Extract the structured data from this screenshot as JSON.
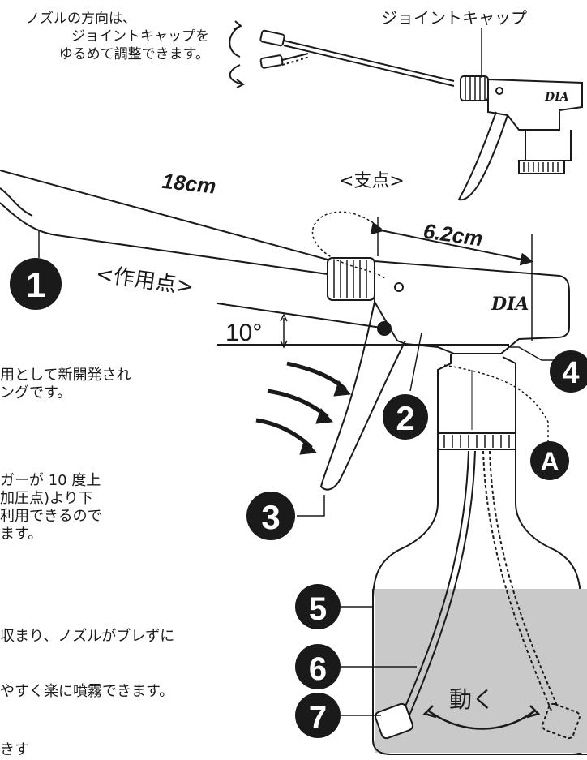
{
  "top_note": {
    "line1": "ノズルの方向は、",
    "line2": "ジョイントキャップを",
    "line3": "ゆるめて調整できます。"
  },
  "joint_cap_label": "ジョイントキャップ",
  "brand_text": "DIA",
  "dimensions": {
    "nozzle_length": "18cm",
    "lever_length": "6.2cm",
    "angle": "10°"
  },
  "points": {
    "fulcrum": "<支点>",
    "action": "<作用点>"
  },
  "callouts": {
    "n1": "1",
    "n2": "2",
    "n3": "3",
    "n4": "4",
    "n5": "5",
    "n6": "6",
    "n7": "7",
    "a": "A"
  },
  "moves_label": "動く",
  "body_text": {
    "p1_l1": "用として新開発され",
    "p1_l2": "ングです。",
    "p2_l1": "ガーが 10 度上",
    "p2_l2": "加圧点)より下",
    "p2_l3": "利用できるので",
    "p2_l4": "ます。",
    "p3_l1": "収まり、ノズルがブレずに",
    "p3_l2": "やすく楽に噴霧できます。",
    "p4_l1": "きす"
  },
  "colors": {
    "ink": "#1a1a1a",
    "liquid": "#c9c9c9",
    "callout_bg": "#1a1a1a",
    "callout_fg": "#ffffff"
  }
}
